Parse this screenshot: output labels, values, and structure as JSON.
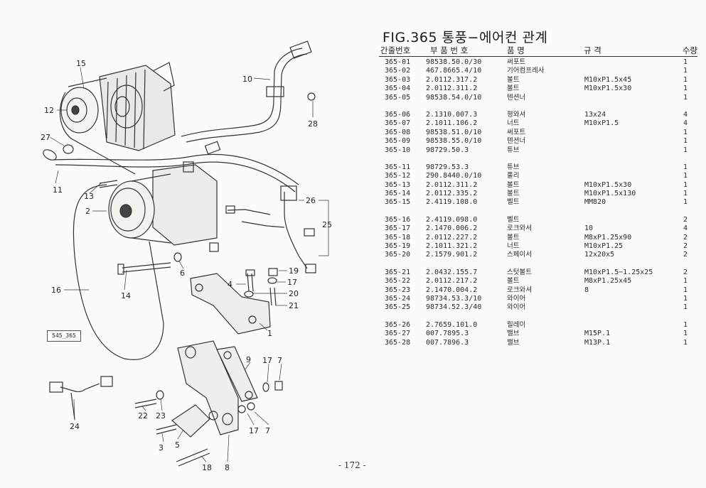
{
  "figure_title": "FIG.365 통풍−에어컨 관계",
  "table_headers": {
    "ref": "간줄번호",
    "part": "부 품 번 호",
    "name": "품       명",
    "spec": "규       격",
    "qty": "수량"
  },
  "parts_groups": [
    [
      {
        "ref": "365-01",
        "part": "98538.50.0/30",
        "name": "써포트",
        "spec": "",
        "qty": "1"
      },
      {
        "ref": "365-02",
        "part": "467.8665.4/10",
        "name": "기어컴프레사",
        "spec": "",
        "qty": "1"
      },
      {
        "ref": "365-03",
        "part": "2.0112.317.2",
        "name": "볼트",
        "spec": "M10xP1.5x45",
        "qty": "1"
      },
      {
        "ref": "365-04",
        "part": "2.0112.311.2",
        "name": "볼트",
        "spec": "M10xP1.5x30",
        "qty": "1"
      },
      {
        "ref": "365-05",
        "part": "98538.54.0/10",
        "name": "텐션너",
        "spec": "",
        "qty": "1"
      }
    ],
    [
      {
        "ref": "365-06",
        "part": "2.1310.007.3",
        "name": "평와셔",
        "spec": "13x24",
        "qty": "4"
      },
      {
        "ref": "365-07",
        "part": "2.1011.106.2",
        "name": "너트",
        "spec": "M10xP1.5",
        "qty": "4"
      },
      {
        "ref": "365-08",
        "part": "98538.51.0/10",
        "name": "써포트",
        "spec": "",
        "qty": "1"
      },
      {
        "ref": "365-09",
        "part": "98538.55.0/10",
        "name": "텐션너",
        "spec": "",
        "qty": "1"
      },
      {
        "ref": "365-10",
        "part": "98729.50.3",
        "name": "튜브",
        "spec": "",
        "qty": "1"
      }
    ],
    [
      {
        "ref": "365-11",
        "part": "98729.53.3",
        "name": "튜브",
        "spec": "",
        "qty": "1"
      },
      {
        "ref": "365-12",
        "part": "290.8440.0/10",
        "name": "풀리",
        "spec": "",
        "qty": "1"
      },
      {
        "ref": "365-13",
        "part": "2.0112.311.2",
        "name": "볼트",
        "spec": "M10xP1.5x30",
        "qty": "1"
      },
      {
        "ref": "365-14",
        "part": "2.0112.335.2",
        "name": "볼트",
        "spec": "M10xP1.5x130",
        "qty": "1"
      },
      {
        "ref": "365-15",
        "part": "2.4119.108.0",
        "name": "벨트",
        "spec": "MM820",
        "qty": "1"
      }
    ],
    [
      {
        "ref": "365-16",
        "part": "2.4119.098.0",
        "name": "벨트",
        "spec": "",
        "qty": "2"
      },
      {
        "ref": "365-17",
        "part": "2.1470.006.2",
        "name": "로크와셔",
        "spec": "10",
        "qty": "4"
      },
      {
        "ref": "365-18",
        "part": "2.0112.227.2",
        "name": "볼트",
        "spec": "M8xP1.25x90",
        "qty": "2"
      },
      {
        "ref": "365-19",
        "part": "2.1011.321.2",
        "name": "너트",
        "spec": "M10xP1.25",
        "qty": "2"
      },
      {
        "ref": "365-20",
        "part": "2.1579.901.2",
        "name": "스페이서",
        "spec": "12x20x5",
        "qty": "2"
      }
    ],
    [
      {
        "ref": "365-21",
        "part": "2.0432.155.7",
        "name": "스텃볼트",
        "spec": "M10xP1.5−1.25x25",
        "qty": "2"
      },
      {
        "ref": "365-22",
        "part": "2.0112.217.2",
        "name": "볼트",
        "spec": "M8xP1.25x45",
        "qty": "1"
      },
      {
        "ref": "365-23",
        "part": "2.1470.004.2",
        "name": "로크와셔",
        "spec": "8",
        "qty": "1"
      },
      {
        "ref": "365-24",
        "part": "98734.53.3/10",
        "name": "와이어",
        "spec": "",
        "qty": "1"
      },
      {
        "ref": "365-25",
        "part": "98734.52.3/40",
        "name": "와이어",
        "spec": "",
        "qty": "1"
      }
    ],
    [
      {
        "ref": "365-26",
        "part": "2.7659.101.0",
        "name": "릴레이",
        "spec": "",
        "qty": "1"
      },
      {
        "ref": "365-27",
        "part": "007.7895.3",
        "name": "밸브",
        "spec": "M15P.1",
        "qty": "1"
      },
      {
        "ref": "365-28",
        "part": "007.7896.3",
        "name": "밸브",
        "spec": "M13P.1",
        "qty": "1"
      }
    ]
  ],
  "diagram_ref": "545_365",
  "callouts": [
    "15",
    "12",
    "27",
    "11",
    "13",
    "2",
    "16",
    "14",
    "6",
    "10",
    "28",
    "26",
    "25",
    "19",
    "4",
    "17",
    "20",
    "21",
    "1",
    "9",
    "17",
    "7",
    "22",
    "23",
    "3",
    "5",
    "18",
    "8",
    "17",
    "7",
    "24"
  ],
  "page_number": "- 172 -"
}
